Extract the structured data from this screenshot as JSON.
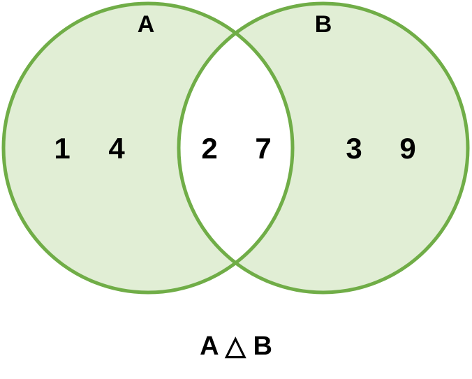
{
  "colors": {
    "fill": "#e1eed5",
    "stroke": "#70ad47",
    "intersection": "#ffffff",
    "text": "#000000"
  },
  "sets": {
    "a": {
      "label": "A",
      "elements": [
        "1",
        "4"
      ]
    },
    "b": {
      "label": "B",
      "elements": [
        "3",
        "9"
      ]
    },
    "intersection": {
      "elements": [
        "2",
        "7"
      ]
    }
  },
  "caption": "A △ B"
}
